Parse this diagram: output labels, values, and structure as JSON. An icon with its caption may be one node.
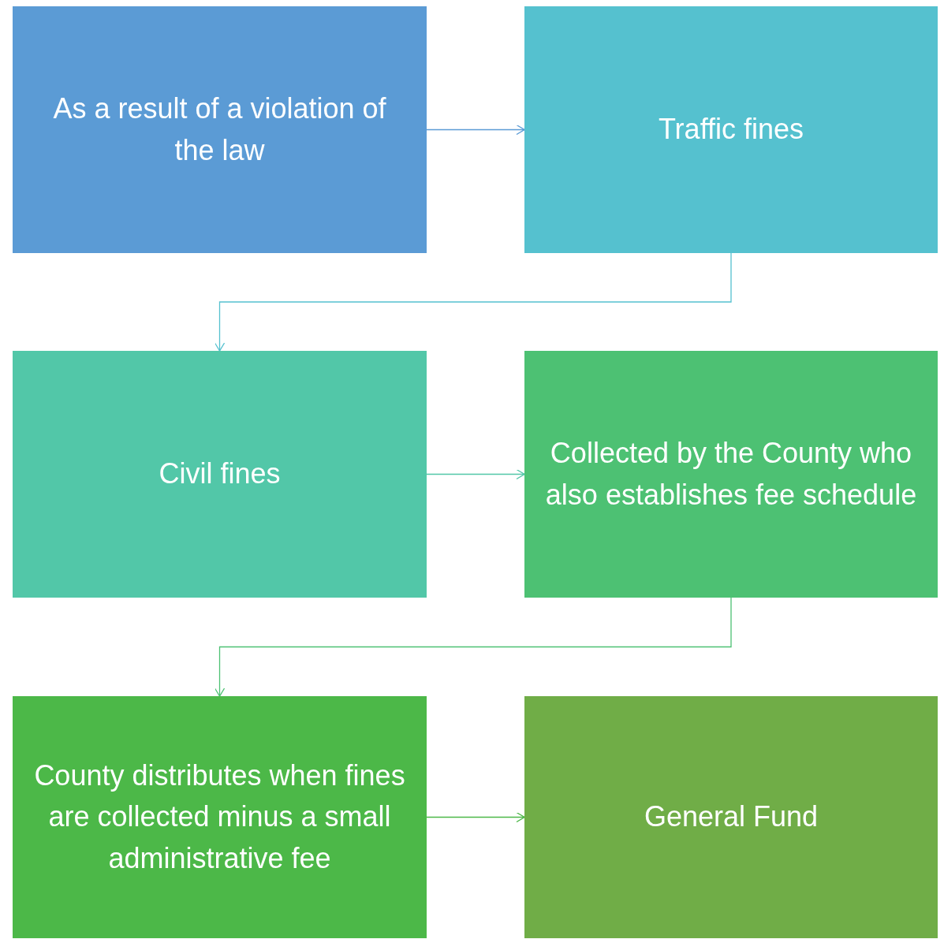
{
  "diagram": {
    "nodes": [
      {
        "text": [
          "As a result of a violation of the law"
        ]
      },
      {
        "text": [
          "Traffic fines"
        ]
      },
      {
        "text": [
          "Civil fines"
        ]
      },
      {
        "text": [
          "Collected by the County who also establishes fee schedule"
        ]
      },
      {
        "text": [
          "County distributes when fines are collected minus a small administrative fee"
        ]
      },
      {
        "text": [
          "General Fund"
        ]
      }
    ],
    "edges": [
      {
        "from": 0,
        "to": 1,
        "arrow": "to",
        "color": "#5b9bd5"
      },
      {
        "from": 1,
        "to": 2,
        "arrow": "to",
        "color": "#55c1cf"
      },
      {
        "from": 2,
        "to": 3,
        "arrow": "to",
        "color": "#52c7a8"
      },
      {
        "from": 3,
        "to": 4,
        "arrow": "to",
        "color": "#4dc173"
      },
      {
        "from": 4,
        "to": 5,
        "arrow": "to",
        "color": "#4cb848"
      }
    ]
  }
}
